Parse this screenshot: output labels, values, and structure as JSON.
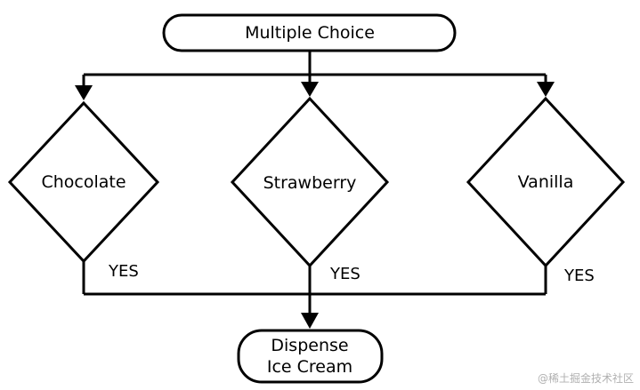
{
  "nodes": {
    "start": {
      "label": "Multiple Choice"
    },
    "chocolate": {
      "label": "Chocolate"
    },
    "strawberry": {
      "label": "Strawberry"
    },
    "vanilla": {
      "label": "Vanilla"
    },
    "dispense": {
      "label_line1": "Dispense",
      "label_line2": "Ice Cream"
    }
  },
  "edges": {
    "yes_chocolate": "YES",
    "yes_strawberry": "YES",
    "yes_vanilla": "YES"
  },
  "watermark": "@稀土掘金技术社区",
  "colors": {
    "stroke": "#000000",
    "fill": "#ffffff",
    "watermark": "#b0b0b0"
  }
}
